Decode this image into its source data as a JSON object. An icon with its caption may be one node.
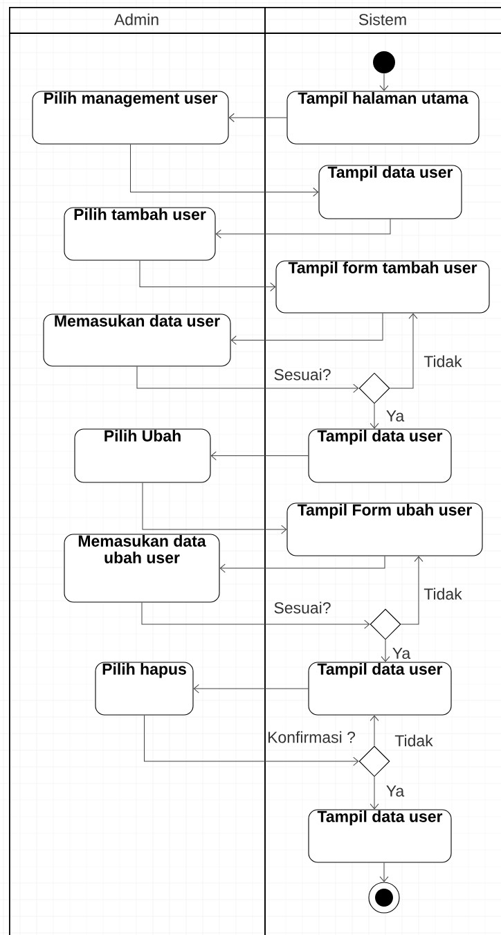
{
  "diagram": {
    "nodes": [
      {
        "text": [
          "Admin"
        ]
      },
      {
        "text": [
          "Sistem"
        ]
      },
      {
        "text": [],
        "shape": "circle",
        "in": 1
      },
      {
        "text": [
          "Tampil halaman utama"
        ],
        "in": 1
      },
      {
        "text": [
          "Pilih management user"
        ],
        "in": 0
      },
      {
        "text": [
          "Tampil data user"
        ],
        "in": 1
      },
      {
        "text": [
          "Pilih tambah user"
        ],
        "in": 0
      },
      {
        "text": [
          "Tampil form tambah user"
        ],
        "in": 1
      },
      {
        "text": [
          "Memasukan data user"
        ],
        "in": 0
      },
      {
        "text": [],
        "shape": "diamond",
        "in": 1
      },
      {
        "text": [
          "Tampil data user"
        ],
        "in": 1
      },
      {
        "text": [
          "Pilih Ubah"
        ],
        "in": 0
      },
      {
        "text": [
          "Tampil Form ubah user"
        ],
        "in": 1
      },
      {
        "text": [
          "Memasukan data ubah user"
        ],
        "in": 0
      },
      {
        "text": [],
        "shape": "diamond",
        "in": 1
      },
      {
        "text": [
          "Tampil data user"
        ],
        "in": 1
      },
      {
        "text": [
          "Pilih hapus"
        ],
        "in": 0
      },
      {
        "text": [],
        "shape": "diamond",
        "in": 1
      },
      {
        "text": [
          "Tampil data user"
        ],
        "in": 1
      },
      {
        "text": [],
        "shape": "circle",
        "in": 1
      }
    ],
    "edges": [
      {
        "from": 2,
        "to": 3,
        "arrow": "to"
      },
      {
        "from": 3,
        "to": 4,
        "arrow": "to"
      },
      {
        "from": 4,
        "to": 5,
        "arrow": "to"
      },
      {
        "from": 5,
        "to": 6,
        "arrow": "to"
      },
      {
        "from": 6,
        "to": 7,
        "arrow": "to"
      },
      {
        "from": 7,
        "to": 8,
        "arrow": "to"
      },
      {
        "from": 8,
        "to": 9,
        "arrow": "to",
        "label": "Sesuai?"
      },
      {
        "from": 9,
        "to": 7,
        "arrow": "to",
        "label": "Tidak"
      },
      {
        "from": 9,
        "to": 10,
        "arrow": "to",
        "label": "Ya"
      },
      {
        "from": 10,
        "to": 11,
        "arrow": "to"
      },
      {
        "from": 11,
        "to": 12,
        "arrow": "to"
      },
      {
        "from": 12,
        "to": 13,
        "arrow": "to"
      },
      {
        "from": 13,
        "to": 14,
        "arrow": "to",
        "label": "Sesuai?"
      },
      {
        "from": 14,
        "to": 12,
        "arrow": "to",
        "label": "Tidak"
      },
      {
        "from": 14,
        "to": 15,
        "arrow": "to",
        "label": "Ya"
      },
      {
        "from": 15,
        "to": 16,
        "arrow": "to"
      },
      {
        "from": 16,
        "to": 17,
        "arrow": "to",
        "label": "Konfirmasi ?"
      },
      {
        "from": 17,
        "to": 15,
        "arrow": "to",
        "label": "Tidak"
      },
      {
        "from": 17,
        "to": 18,
        "arrow": "to",
        "label": "Ya"
      },
      {
        "from": 18,
        "to": 19,
        "arrow": "to"
      }
    ]
  }
}
